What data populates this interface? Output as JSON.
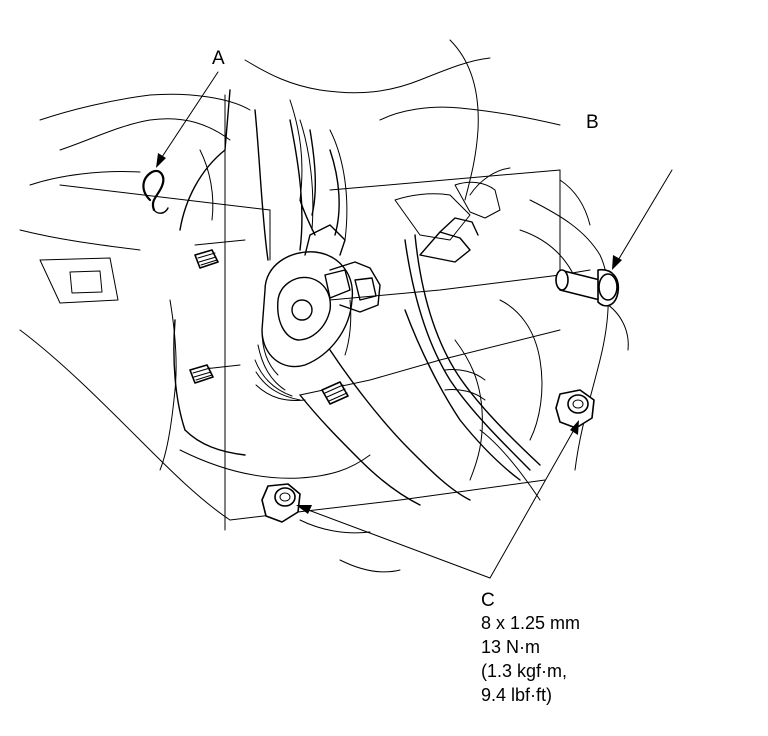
{
  "callouts": {
    "a": "A",
    "b": "B",
    "c": "C"
  },
  "spec": {
    "line1": "8 x 1.25 mm",
    "line2": "13 N·m",
    "line3": "(1.3 kgf·m,",
    "line4": "9.4 lbf·ft)"
  }
}
